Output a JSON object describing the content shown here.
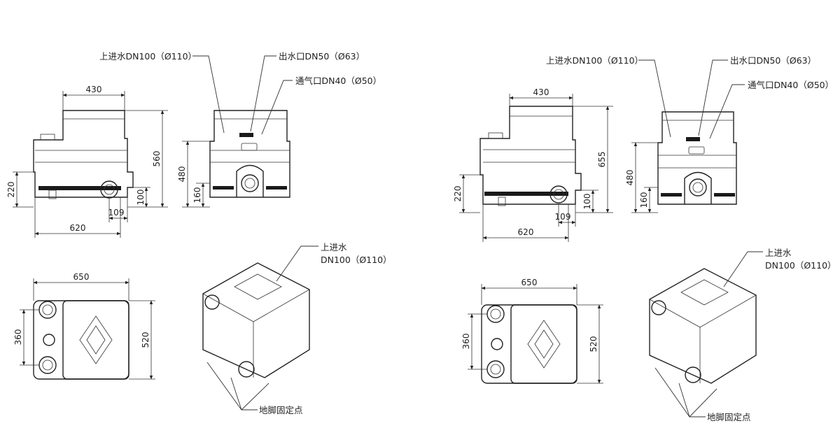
{
  "variants": [
    {
      "side": {
        "width": "430",
        "height": "560",
        "base_width": "620",
        "inlet_height": "220",
        "outlet_height": "100",
        "outlet_offset": "109"
      },
      "front": {
        "height": "480",
        "inlet_height": "160"
      },
      "top": {
        "width": "650",
        "depth": "520",
        "inlet_spacing": "360"
      },
      "callouts": {
        "inlet": "上进水DN100（Ø110）",
        "outlet": "出水口DN50（Ø63）",
        "vent": "通气口DN40（Ø50）",
        "iso_inlet_1": "上进水",
        "iso_inlet_2": "DN100（Ø110）",
        "feet": "地脚固定点"
      }
    },
    {
      "side": {
        "width": "430",
        "height": "655",
        "base_width": "620",
        "inlet_height": "220",
        "outlet_height": "100",
        "outlet_offset": "109"
      },
      "front": {
        "height": "480",
        "inlet_height": "160"
      },
      "top": {
        "width": "650",
        "depth": "520",
        "inlet_spacing": "360"
      },
      "callouts": {
        "inlet": "上进水DN100（Ø110）",
        "outlet": "出水口DN50（Ø63）",
        "vent": "通气口DN40（Ø50）",
        "iso_inlet_1": "上进水",
        "iso_inlet_2": "DN100（Ø110）",
        "feet": "地脚固定点"
      }
    }
  ]
}
